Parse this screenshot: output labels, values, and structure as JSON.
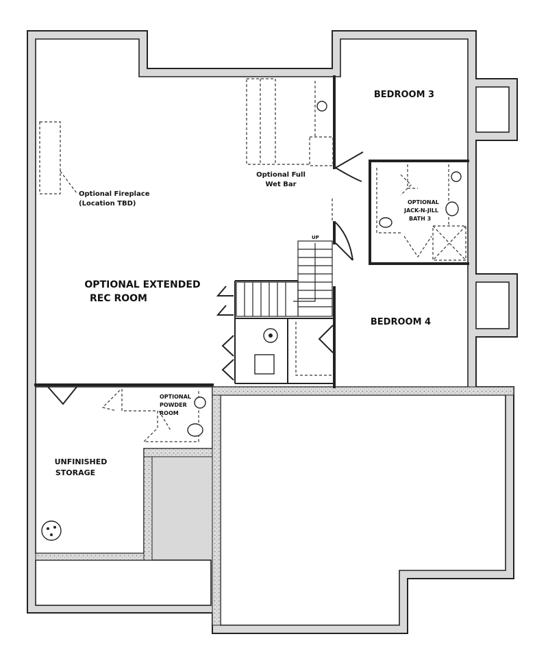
{
  "plan": {
    "rooms": {
      "bedroom3": "BEDROOM 3",
      "bedroom4": "BEDROOM 4",
      "rec_room_line1": "OPTIONAL EXTENDED",
      "rec_room_line2": "REC ROOM",
      "storage_line1": "UNFINISHED",
      "storage_line2": "STORAGE"
    },
    "notes": {
      "fireplace_line1": "Optional Fireplace",
      "fireplace_line2": "(Location TBD)",
      "wetbar_line1": "Optional Full",
      "wetbar_line2": "Wet Bar",
      "bath_line1": "OPTIONAL",
      "bath_line2": "JACK-N-JILL",
      "bath_line3": "BATH 3",
      "powder_line1": "OPTIONAL",
      "powder_line2": "POWDER",
      "powder_line3": "ROOM",
      "stair_up": "UP"
    }
  }
}
